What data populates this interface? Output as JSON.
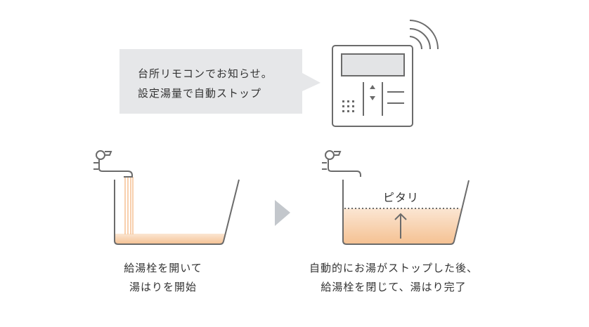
{
  "bubble": {
    "line1": "台所リモコンでお知らせ。",
    "line2": "設定湯量で自動ストップ"
  },
  "right_tub": {
    "level_label": "ピタリ"
  },
  "captions": {
    "left": {
      "line1": "給湯栓を開いて",
      "line2": "湯はりを開始"
    },
    "right": {
      "line1": "自動的にお湯がストップした後、",
      "line2": "給湯栓を閉じて、湯はり完了"
    }
  },
  "colors": {
    "bubble": "#e6e7e9",
    "line": "#6b6b6b",
    "water": "#f6c79b",
    "arrow": "#c3c7cc"
  }
}
